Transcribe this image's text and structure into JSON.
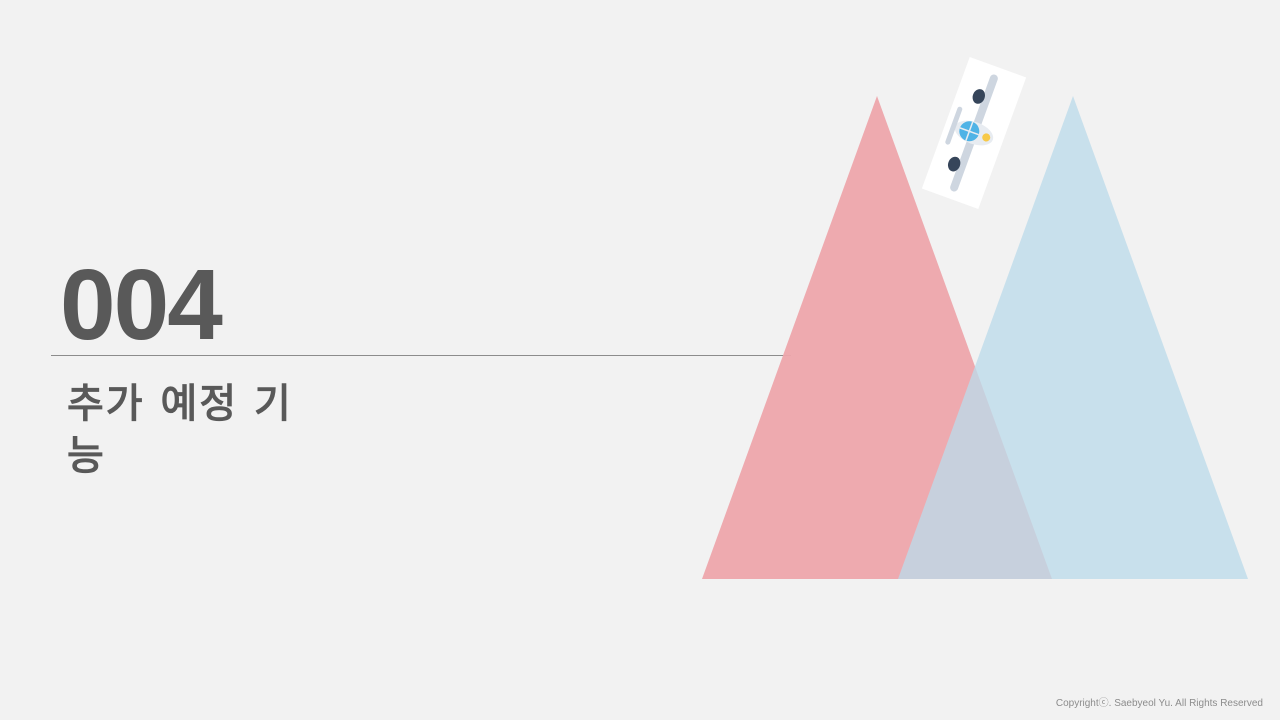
{
  "slide": {
    "section_number": "004",
    "section_title": "추가 예정 기능",
    "copyright": "Copyrightⓒ. Saebyeol Yu. All Rights Reserved"
  },
  "decor": {
    "left_triangle_color": "#eda5ab",
    "right_triangle_color": "#bddbeb",
    "icon": "airplane-icon"
  }
}
